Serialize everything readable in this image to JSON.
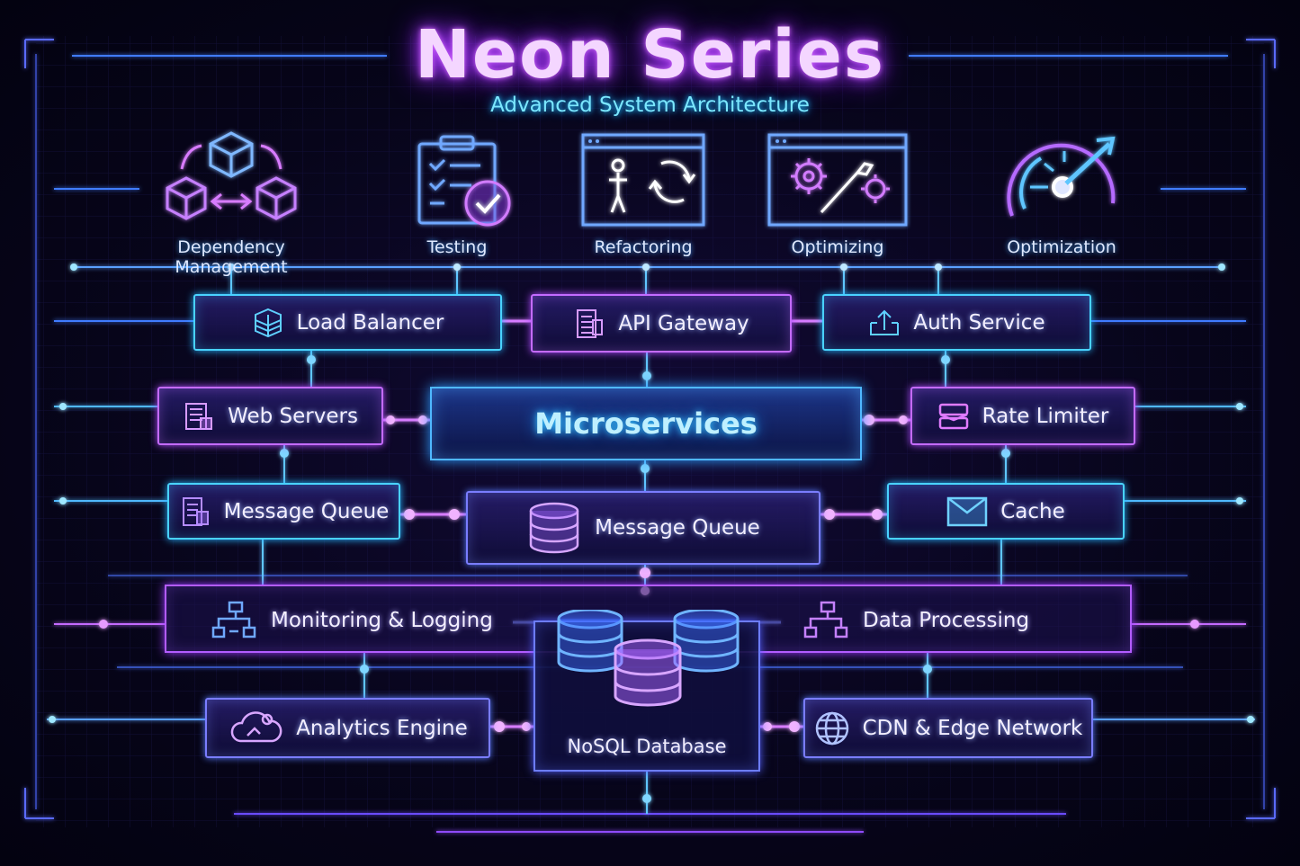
{
  "header": {
    "title": "Neon Series",
    "subtitle": "Advanced System Architecture"
  },
  "tools": [
    {
      "label": "Dependency Management",
      "icon": "cubes-cycle-icon"
    },
    {
      "label": "Testing",
      "icon": "clipboard-check-icon"
    },
    {
      "label": "Refactoring",
      "icon": "person-refresh-icon"
    },
    {
      "label": "Optimizing",
      "icon": "gears-wrench-icon"
    },
    {
      "label": "Optimization",
      "icon": "speedometer-icon"
    }
  ],
  "components": {
    "load_balancer": "Load Balancer",
    "api_gateway": "API Gateway",
    "auth_service": "Auth Service",
    "web_servers": "Web Servers",
    "microservices": "Microservices",
    "rate_limiter": "Rate Limiter",
    "message_queue_left": "Message Queue",
    "message_queue_center": "Message Queue",
    "cache": "Cache",
    "monitoring": "Monitoring & Logging",
    "data_processing": "Data Processing",
    "analytics": "Analytics Engine",
    "nosql": "NoSQL Database",
    "cdn": "CDN & Edge Network"
  },
  "colors": {
    "purple_glow": "#c46bff",
    "cyan_glow": "#49d2ff",
    "blue_glow": "#6f8dff",
    "background": "#07051a"
  }
}
